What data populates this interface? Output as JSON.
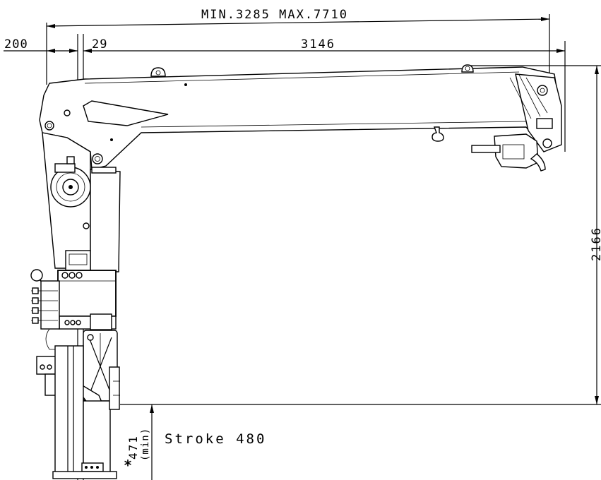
{
  "dimensions": {
    "overall_length": "MIN.3285 MAX.7710",
    "rear_overhang": "200",
    "column_offset": "29",
    "boom_length": "3146",
    "height": "2166",
    "stroke_label": "Stroke 480",
    "min_depth_value": "471",
    "min_depth_note": "(min)",
    "asterisk": "*"
  }
}
